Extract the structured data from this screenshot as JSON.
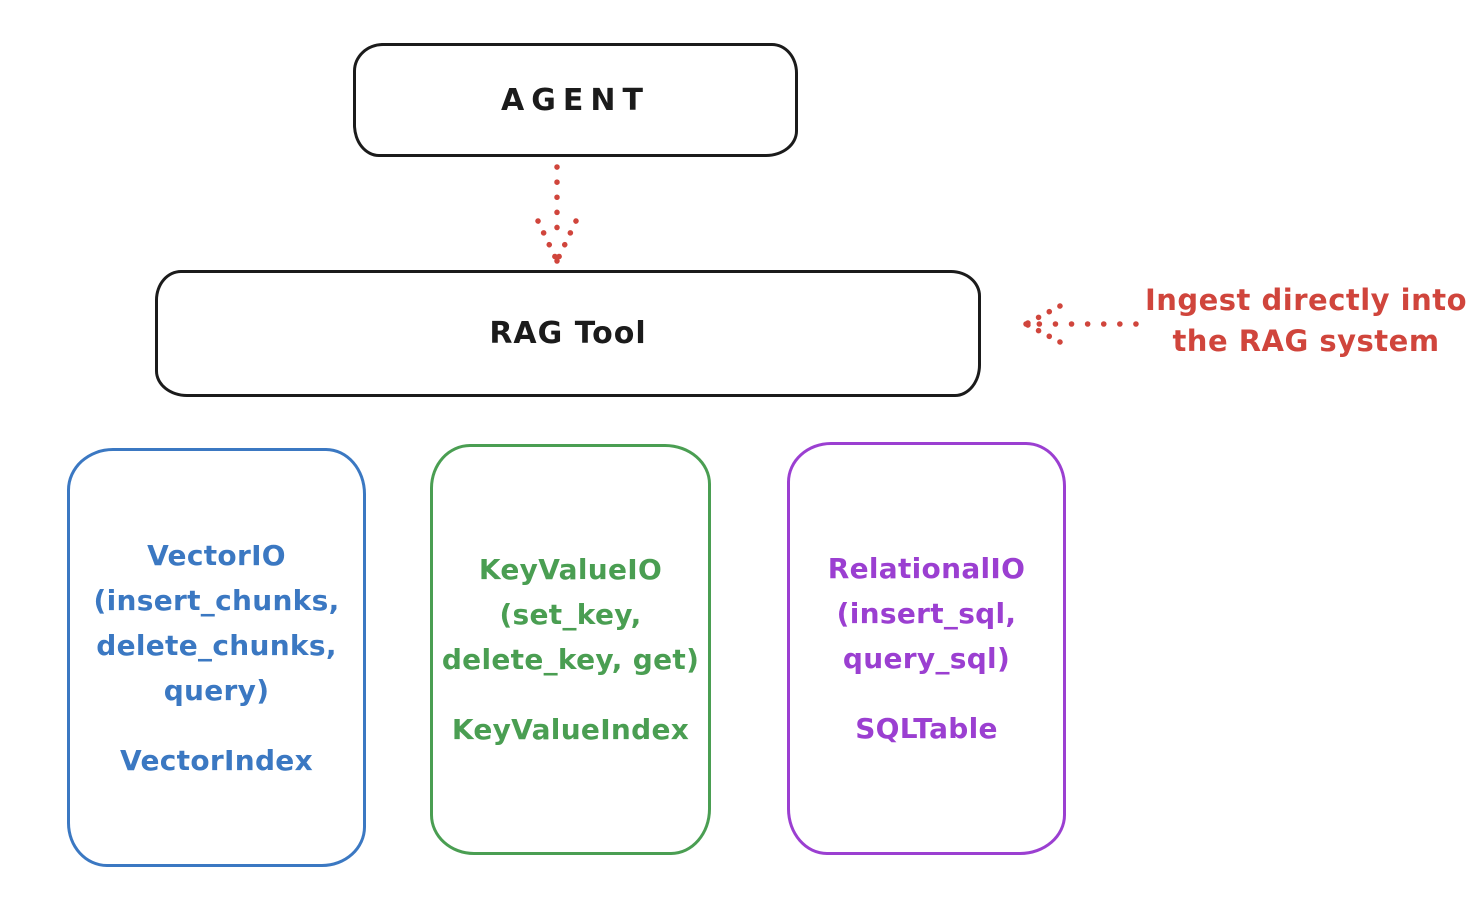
{
  "agent": {
    "label": "AGENT"
  },
  "rag_tool": {
    "label": "RAG Tool"
  },
  "annotation": {
    "line1": "Ingest directly into",
    "line2": "the RAG system"
  },
  "stores": [
    {
      "id": "vector-io",
      "lines": [
        "VectorIO",
        "(insert_chunks,",
        "delete_chunks,",
        "query)"
      ],
      "index": "VectorIndex",
      "color": "#3b78c2"
    },
    {
      "id": "keyvalue-io",
      "lines": [
        "KeyValueIO",
        "(set_key,",
        "delete_key, get)"
      ],
      "index": "KeyValueIndex",
      "color": "#4a9e52"
    },
    {
      "id": "relational-io",
      "lines": [
        "RelationalIO",
        "(insert_sql,",
        "query_sql)"
      ],
      "index": "SQLTable",
      "color": "#9b3fd1"
    }
  ],
  "colors": {
    "ink": "#1b1b1b",
    "red": "#d0453c",
    "blue": "#3b78c2",
    "green": "#4a9e52",
    "purple": "#9b3fd1"
  }
}
